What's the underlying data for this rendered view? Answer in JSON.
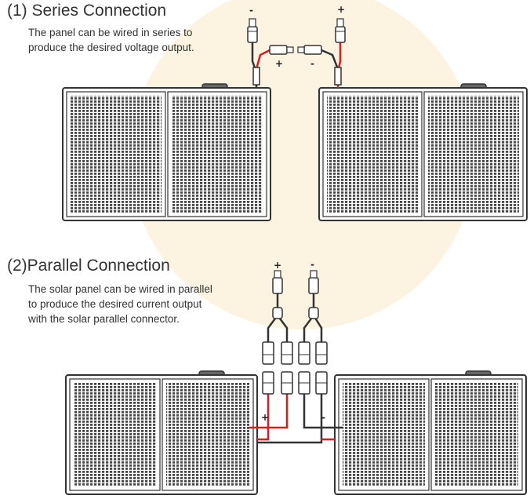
{
  "series": {
    "heading": "(1) Series Connection",
    "description_lines": [
      "The panel can be wired in series to",
      "produce the desired voltage output."
    ]
  },
  "parallel": {
    "heading": "(2)Parallel Connection",
    "description_lines": [
      "The solar panel can be wired in parallel",
      "to produce the desired current output",
      "with the solar parallel connector."
    ]
  },
  "polarity": {
    "positive": "+",
    "negative": "-"
  },
  "colors": {
    "positive_wire": "#d42020",
    "negative_wire": "#333333",
    "panel_frame": "#333333",
    "background_glow": "#fdf3e1"
  }
}
